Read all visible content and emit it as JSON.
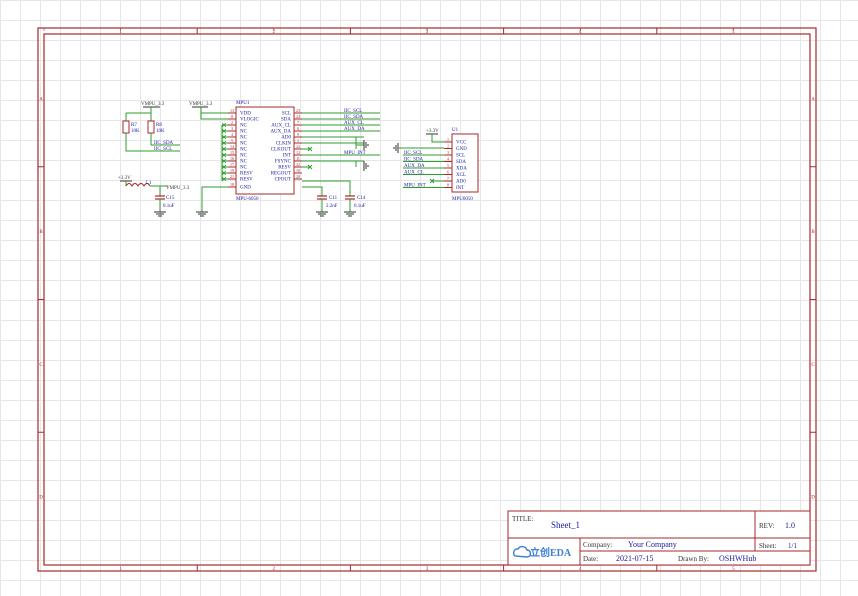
{
  "sheet": {
    "columns": [
      "1",
      "2",
      "3",
      "4",
      "5"
    ],
    "rows": [
      "A",
      "B",
      "C",
      "D"
    ],
    "border_color": "#a52a2a",
    "wire_color": "#2e9e2e",
    "pin_color": "#a52a2a",
    "label_color": "#1a1aa0"
  },
  "title_block": {
    "title_label": "TITLE:",
    "title_value": "Sheet_1",
    "rev_label": "REV:",
    "rev_value": "1.0",
    "company_label": "Company:",
    "company_value": "Your Company",
    "sheet_label": "Sheet:",
    "sheet_value": "1/1",
    "date_label": "Date:",
    "date_value": "2021-07-15",
    "drawn_label": "Drawn By:",
    "drawn_value": "OSHWHub",
    "logo_text": "立创EDA"
  },
  "resistors": {
    "power_label": "VMPU_3.3",
    "r7_ref": "R7",
    "r7_val": "10K",
    "r8_ref": "R8",
    "r8_val": "10K",
    "net_sda": "IIC_SDA",
    "net_scl": "IIC_SCL"
  },
  "ic1": {
    "ref": "MPU1",
    "name": "MPU-6050",
    "power_label": "VMPU_3.3",
    "left_pins": [
      {
        "num": "13",
        "name": "VDD"
      },
      {
        "num": "8",
        "name": "VLOGIC"
      },
      {
        "num": "2",
        "name": "NC"
      },
      {
        "num": "3",
        "name": "NC"
      },
      {
        "num": "4",
        "name": "NC"
      },
      {
        "num": "5",
        "name": "NC"
      },
      {
        "num": "14",
        "name": "NC"
      },
      {
        "num": "15",
        "name": "NC"
      },
      {
        "num": "16",
        "name": "NC"
      },
      {
        "num": "17",
        "name": "NC"
      },
      {
        "num": "19",
        "name": "RESV"
      },
      {
        "num": "21",
        "name": "RESV"
      },
      {
        "num": "18",
        "name": "GND"
      }
    ],
    "right_pins": [
      {
        "num": "23",
        "name": "SCL",
        "net": "IIC_SCL"
      },
      {
        "num": "24",
        "name": "SDA",
        "net": "IIC_SDA"
      },
      {
        "num": "7",
        "name": "AUX_CL",
        "net": "AUX_CL"
      },
      {
        "num": "6",
        "name": "AUX_DA",
        "net": "AUX_DA"
      },
      {
        "num": "9",
        "name": "AD0",
        "net": ""
      },
      {
        "num": "1",
        "name": "CLKIN",
        "net": ""
      },
      {
        "num": "22",
        "name": "CLKOUT",
        "net": ""
      },
      {
        "num": "12",
        "name": "INT",
        "net": "MPU_INT"
      },
      {
        "num": "11",
        "name": "FSYNC",
        "net": ""
      },
      {
        "num": "22",
        "name": "RESV",
        "net": ""
      },
      {
        "num": "10",
        "name": "REGOUT",
        "net": ""
      },
      {
        "num": "20",
        "name": "CPOUT",
        "net": ""
      }
    ],
    "c11_ref": "C11",
    "c11_val": "2.2nF",
    "c14_ref": "C14",
    "c14_val": "0.1uF"
  },
  "regulator": {
    "in_label": "+3.3V",
    "l_ref": "L1",
    "out_label": "VMPU_3.3",
    "c15_ref": "C15",
    "c15_val": "0.1uF"
  },
  "header": {
    "ref": "U1",
    "name": "MPU6050",
    "power_label": "+3.3V",
    "pins": [
      {
        "num": "1",
        "name": "VCC",
        "net": ""
      },
      {
        "num": "2",
        "name": "GND",
        "net": ""
      },
      {
        "num": "3",
        "name": "SCL",
        "net": "IIC_SCL"
      },
      {
        "num": "4",
        "name": "SDA",
        "net": "IIC_SDA"
      },
      {
        "num": "5",
        "name": "XDA",
        "net": "AUX_DA"
      },
      {
        "num": "6",
        "name": "XCL",
        "net": "AUX_CL"
      },
      {
        "num": "7",
        "name": "AD0",
        "net": ""
      },
      {
        "num": "8",
        "name": "INT",
        "net": "MPU_INT"
      }
    ]
  }
}
